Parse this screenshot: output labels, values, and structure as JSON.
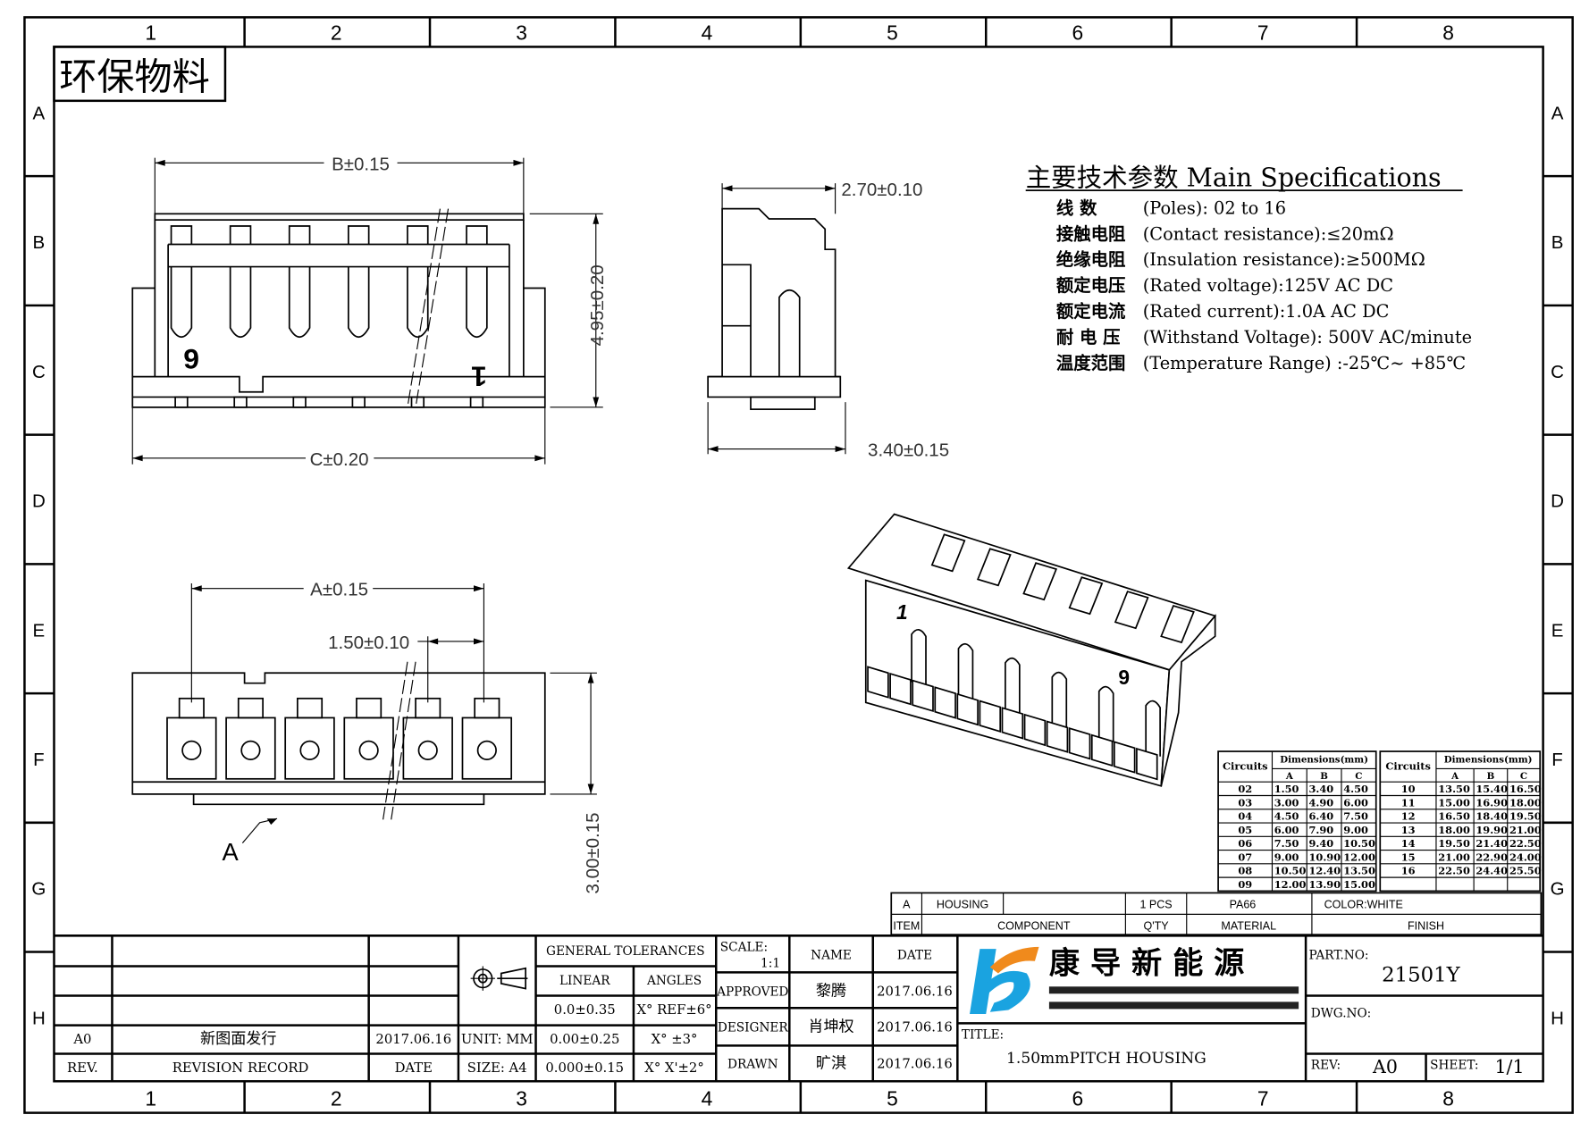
{
  "badge": "环保物料",
  "grid": {
    "columns": [
      "1",
      "2",
      "3",
      "4",
      "5",
      "6",
      "7",
      "8"
    ],
    "rows": [
      "A",
      "B",
      "C",
      "D",
      "E",
      "F",
      "G",
      "H"
    ]
  },
  "dimensions": {
    "b": "B±0.15",
    "c": "C±0.20",
    "height": "4.95±0.20",
    "side_width": "2.70±0.10",
    "side_depth": "3.40±0.15",
    "a": "A±0.15",
    "pitch": "1.50±0.10",
    "bottom_height": "3.00±0.15",
    "view_label": "A",
    "pin_last": "9",
    "pin_first": "1"
  },
  "specs": {
    "title": "主要技术参数 Main Specifications",
    "items": [
      {
        "cn": "线    数",
        "en": "(Poles): 02 to 16"
      },
      {
        "cn": "接触电阻",
        "en": "(Contact resistance):≤20mΩ"
      },
      {
        "cn": "绝缘电阻",
        "en": "(Insulation resistance):≥500MΩ"
      },
      {
        "cn": "额定电压",
        "en": "(Rated voltage):125V AC DC"
      },
      {
        "cn": "额定电流",
        "en": "(Rated current):1.0A AC DC"
      },
      {
        "cn": "耐 电 压",
        "en": "(Withstand Voltage): 500V AC/minute"
      },
      {
        "cn": "温度范围",
        "en": "(Temperature Range) :-25℃~ +85℃"
      }
    ]
  },
  "dimension_table": {
    "circuits_label": "Circuits",
    "dims_label": "Dimensions(mm)",
    "cols": [
      "A",
      "B",
      "C"
    ],
    "left": [
      [
        "02",
        "1.50",
        "3.40",
        "4.50"
      ],
      [
        "03",
        "3.00",
        "4.90",
        "6.00"
      ],
      [
        "04",
        "4.50",
        "6.40",
        "7.50"
      ],
      [
        "05",
        "6.00",
        "7.90",
        "9.00"
      ],
      [
        "06",
        "7.50",
        "9.40",
        "10.50"
      ],
      [
        "07",
        "9.00",
        "10.90",
        "12.00"
      ],
      [
        "08",
        "10.50",
        "12.40",
        "13.50"
      ],
      [
        "09",
        "12.00",
        "13.90",
        "15.00"
      ]
    ],
    "right": [
      [
        "10",
        "13.50",
        "15.40",
        "16.50"
      ],
      [
        "11",
        "15.00",
        "16.90",
        "18.00"
      ],
      [
        "12",
        "16.50",
        "18.40",
        "19.50"
      ],
      [
        "13",
        "18.00",
        "19.90",
        "21.00"
      ],
      [
        "14",
        "19.50",
        "21.40",
        "22.50"
      ],
      [
        "15",
        "21.00",
        "22.90",
        "24.00"
      ],
      [
        "16",
        "22.50",
        "24.40",
        "25.50"
      ]
    ]
  },
  "parts": {
    "item": "A",
    "component": "HOUSING",
    "qty": "1  PCS",
    "material": "PA66",
    "finish": "COLOR:WHITE",
    "h_item": "ITEM",
    "h_component": "COMPONENT",
    "h_qty": "Q'TY",
    "h_material": "MATERIAL",
    "h_finish": "FINISH"
  },
  "revision": {
    "rev": "A0",
    "record": "新图面发行",
    "date": "2017.06.16",
    "h_rev": "REV.",
    "h_record": "REVISION RECORD",
    "h_date": "DATE"
  },
  "unit": "UNIT: MM",
  "size": "SIZE: A4",
  "tolerances": {
    "title": "GENERAL TOLERANCES",
    "linear": "LINEAR",
    "angles": "ANGLES",
    "rows": [
      [
        "0.0±0.35",
        "X° REF±6°"
      ],
      [
        "0.00±0.25",
        "X° ±3°"
      ],
      [
        "0.000±0.15",
        "X° X'±2°"
      ]
    ]
  },
  "scale": {
    "label": "SCALE:",
    "value": "1:1"
  },
  "signoff": {
    "h_name": "NAME",
    "h_date": "DATE",
    "rows": [
      {
        "role": "APPROVED",
        "name": "黎腾",
        "date": "2017.06.16"
      },
      {
        "role": "DESIGNER",
        "name": "肖坤权",
        "date": "2017.06.16"
      },
      {
        "role": "DRAWN",
        "name": "旷淇",
        "date": "2017.06.16"
      }
    ]
  },
  "company": {
    "name": "康 导 新 能 源"
  },
  "title": {
    "label": "TITLE:",
    "value": "1.50mmPITCH HOUSING"
  },
  "part_no": {
    "label": "PART.NO:",
    "value": "21501Y"
  },
  "dwg_no": {
    "label": "DWG.NO:"
  },
  "rev": {
    "label": "REV:",
    "value": "A0"
  },
  "sheet": {
    "label": "SHEET:",
    "value": "1/1"
  },
  "colors": {
    "logo_blue": "#1aa3e0",
    "logo_orange": "#f08a1c"
  }
}
